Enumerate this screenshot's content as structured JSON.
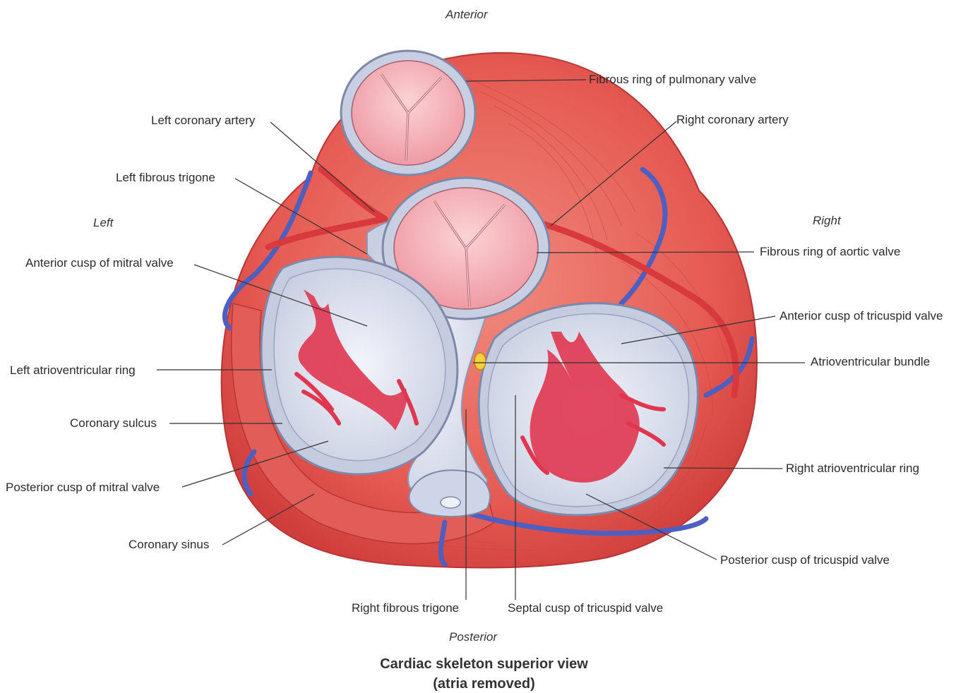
{
  "orientation": {
    "anterior": "Anterior",
    "posterior": "Posterior",
    "left": "Left",
    "right": "Right"
  },
  "labels": {
    "pulmonary_ring": "Fibrous ring of pulmonary valve",
    "left_coronary": "Left coronary artery",
    "right_coronary": "Right coronary artery",
    "left_trigone": "Left fibrous trigone",
    "aortic_ring": "Fibrous ring of aortic valve",
    "anterior_mitral": "Anterior cusp of mitral valve",
    "anterior_tricuspid": "Anterior cusp of tricuspid valve",
    "av_bundle": "Atrioventricular bundle",
    "left_av_ring": "Left atrioventricular ring",
    "coronary_sulcus": "Coronary sulcus",
    "right_av_ring": "Right atrioventricular ring",
    "posterior_mitral": "Posterior cusp of mitral valve",
    "posterior_tricuspid": "Posterior cusp of tricuspid valve",
    "coronary_sinus": "Coronary sinus",
    "right_trigone": "Right fibrous trigone",
    "septal_tricuspid": "Septal cusp of tricuspid valve"
  },
  "caption": {
    "line1": "Cardiac skeleton superior view",
    "line2": "(atria removed)"
  },
  "colors": {
    "muscle": "#e8615a",
    "muscle_dark": "#c9413f",
    "fibrous": "#dfe3ef",
    "fibrous_edge": "#8f9ab8",
    "vein": "#5566c4",
    "leaflet": "#e03650",
    "bundle": "#f4d03f"
  }
}
